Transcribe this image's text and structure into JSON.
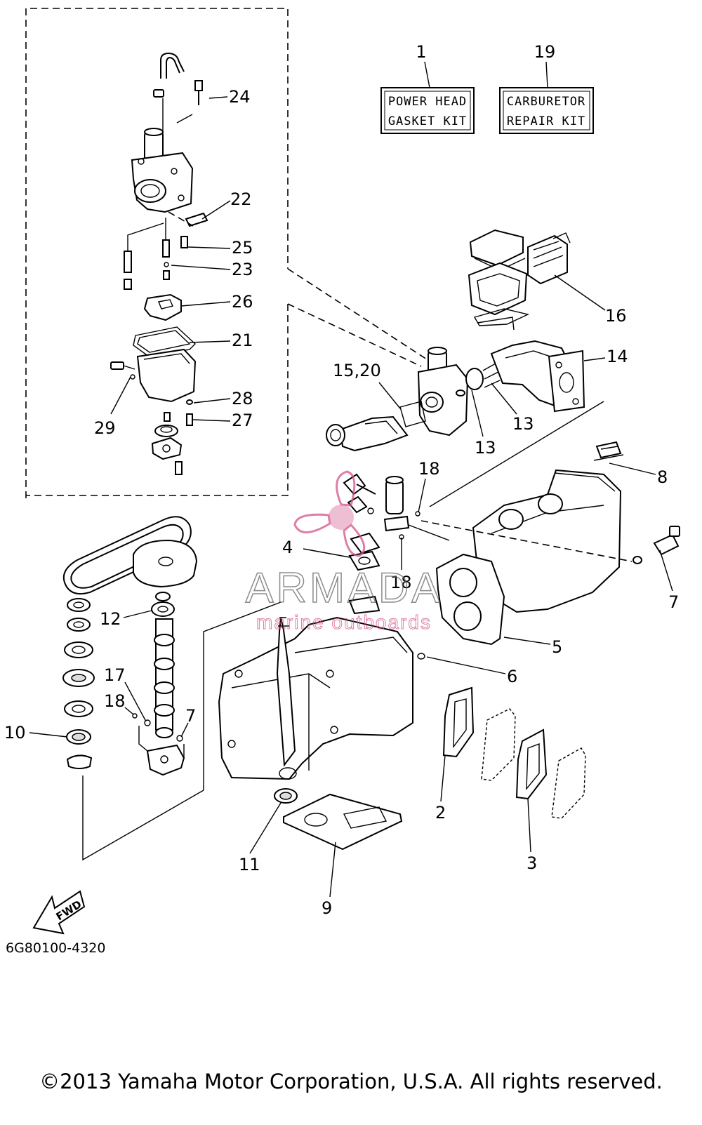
{
  "kits": [
    {
      "ref": "1",
      "line1": "POWER HEAD",
      "line2": "GASKET KIT"
    },
    {
      "ref": "19",
      "line1": "CARBURETOR",
      "line2": "REPAIR KIT"
    }
  ],
  "callouts": [
    "24",
    "22",
    "25",
    "23",
    "26",
    "21",
    "28",
    "27",
    "29",
    "16",
    "14",
    "15,20",
    "13",
    "13",
    "18",
    "8",
    "4",
    "18",
    "7",
    "5",
    "6",
    "12",
    "17",
    "18",
    "7",
    "10",
    "2",
    "3",
    "11",
    "9"
  ],
  "watermark": {
    "brand": "ARMADA",
    "tagline": "marine outboards",
    "color": "#d4548a"
  },
  "fwd_label": "FWD",
  "part_number": "6G80100-4320",
  "copyright": "©2013 Yamaha Motor Corporation, U.S.A. All rights reserved."
}
